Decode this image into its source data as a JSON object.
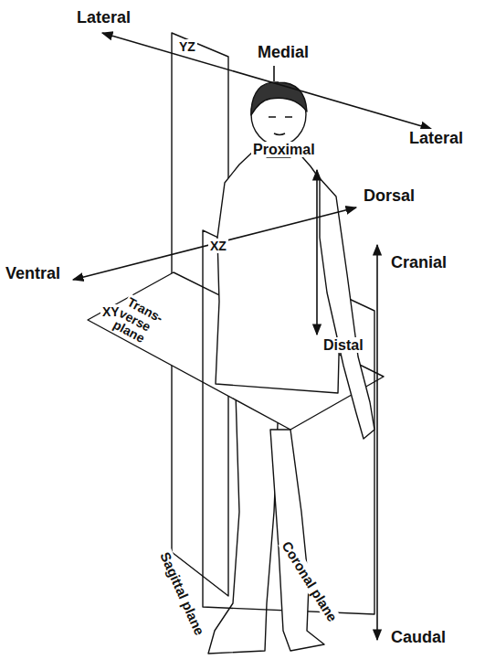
{
  "diagram": {
    "labels": [
      "Lateral",
      "Medial",
      "Lateral",
      "Dorsal",
      "Ventral",
      "Cranial",
      "Caudal",
      "YZ",
      "XZ",
      "XY",
      "Trans- verse plane",
      "Proximal",
      "Distal",
      "Sagittal plane",
      "Coronal plane"
    ]
  }
}
